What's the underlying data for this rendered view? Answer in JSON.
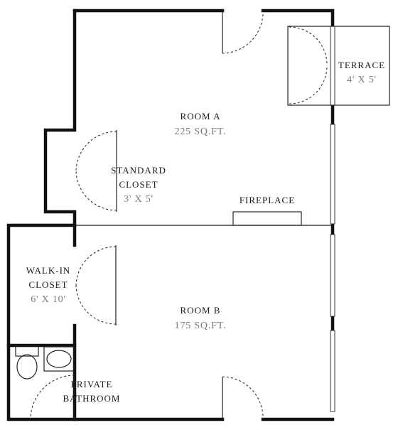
{
  "rooms": {
    "room_a": {
      "name": "ROOM A",
      "size": "225 SQ.FT."
    },
    "room_b": {
      "name": "ROOM B",
      "size": "175 SQ.FT."
    },
    "terrace": {
      "name": "TERRACE",
      "size": "4' X 5'"
    },
    "standard_closet": {
      "line1": "STANDARD",
      "line2": "CLOSET",
      "size": "3' X 5'"
    },
    "walk_in_closet": {
      "line1": "WALK-IN",
      "line2": "CLOSET",
      "size": "6' X 10'"
    },
    "private_bathroom": {
      "line1": "PRIVATE",
      "line2": "BATHROOM"
    }
  },
  "fixtures": {
    "fireplace": "FIREPLACE"
  },
  "colors": {
    "wall": "#111111",
    "label": "#1a1a1a",
    "size_text": "#7a7a7a"
  }
}
